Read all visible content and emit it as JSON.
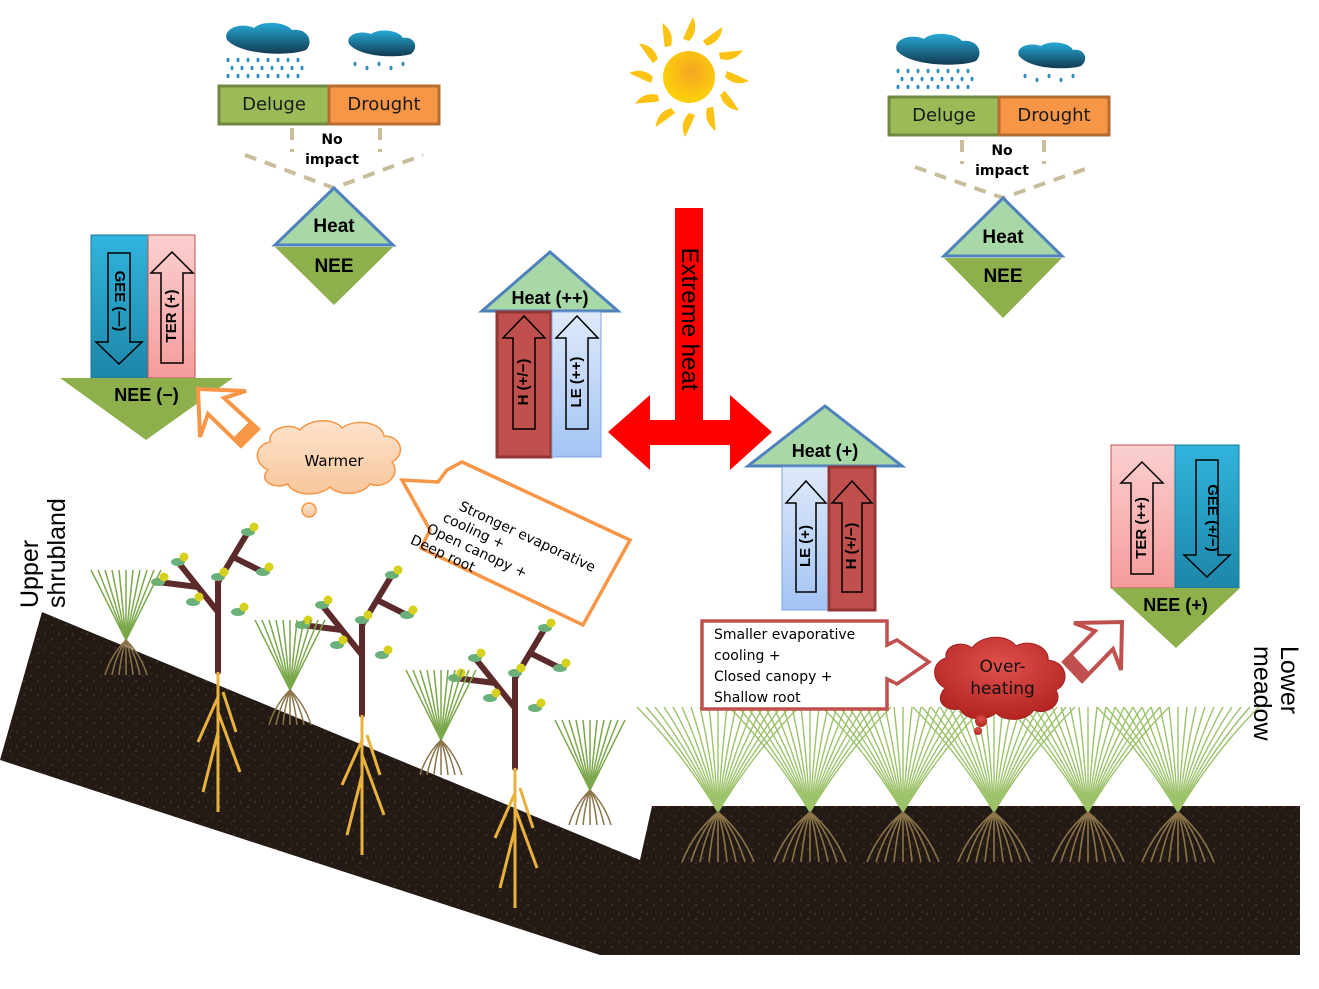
{
  "colors": {
    "soil": "#231a16",
    "grass": "#8fb55a",
    "tree_trunk": "#5c2a2a",
    "taproot": "#e8b23c",
    "fibrous_root": "#8a7448",
    "heat_triangle": "#a8d8a8",
    "heat_outline": "#4f81bd",
    "nee_green": "#8db04c",
    "gee_blue": "#2ba7cf",
    "ter_pink": "#f7b3b3",
    "h_red": "#c0504d",
    "le_blue": "#b4cff7",
    "deluge_green": "#9bbb59",
    "drought_orange": "#f79646",
    "extreme_red": "#ff0000",
    "warmer_orange": "#f79646",
    "overheat_red": "#c0504d",
    "sun_yellow": "#fcc314",
    "cloud_teal": "#1c6e95",
    "dashed_tan": "#c9bd9b"
  },
  "sun": {
    "icon": "sun-icon"
  },
  "extreme_heat": {
    "label": "Extreme heat"
  },
  "left_panel": {
    "clouds": {
      "icon": "rain-cloud-icon"
    },
    "deluge_label": "Deluge",
    "drought_label": "Drought",
    "no_impact_label": [
      "No",
      "impact"
    ],
    "heat_label": "Heat",
    "nee_label": "NEE"
  },
  "right_panel": {
    "clouds": {
      "icon": "rain-cloud-icon"
    },
    "deluge_label": "Deluge",
    "drought_label": "Drought",
    "no_impact_label": [
      "No",
      "impact"
    ],
    "heat_label": "Heat",
    "nee_label": "NEE"
  },
  "upper_site": {
    "site_label": [
      "Upper",
      "shrubland"
    ],
    "flux": {
      "gee_label": "GEE (—)",
      "ter_label": "TER (+)",
      "nee_label": "NEE (−)"
    },
    "energy": {
      "heat_label": "Heat (++)",
      "h_label": "H (+/−)",
      "le_label": "LE (++)"
    },
    "cloud_label": "Warmer",
    "mechanism_lines": [
      "Stronger evaporative",
      "cooling +",
      "Open canopy +",
      "Deep root"
    ]
  },
  "lower_site": {
    "site_label": [
      "Lower",
      "meadow"
    ],
    "flux": {
      "ter_label": "TER (++)",
      "gee_label": "GEE (+/−)",
      "nee_label": "NEE (+)"
    },
    "energy": {
      "heat_label": "Heat (+)",
      "le_label": "LE (+)",
      "h_label": "H (+/−)"
    },
    "cloud_label": [
      "Over-",
      "heating"
    ],
    "mechanism_lines": [
      "Smaller evaporative",
      "cooling +",
      "Closed canopy +",
      "Shallow root"
    ]
  }
}
